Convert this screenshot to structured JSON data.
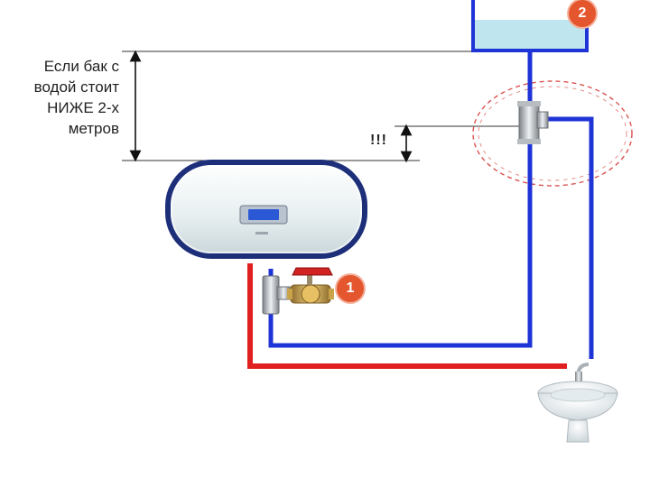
{
  "annotation": {
    "lines": [
      "Если бак с",
      "водой стоит",
      "НИЖЕ 2-х",
      "метров"
    ]
  },
  "alert_mark": "!!!",
  "badges": {
    "valve": "1",
    "tank": "2"
  },
  "colors": {
    "hot_pipe": "#e02020",
    "cold_pipe": "#1f34d6",
    "badge": "#e4572e",
    "tank_water": "#bfe6ee",
    "heater_trim": "#1e2f7a",
    "dashed_circle": "#d9534f"
  },
  "icons": [
    "water-heater-icon",
    "tee-fitting-icon",
    "ball-valve-icon",
    "sink-icon",
    "water-tank-icon"
  ]
}
